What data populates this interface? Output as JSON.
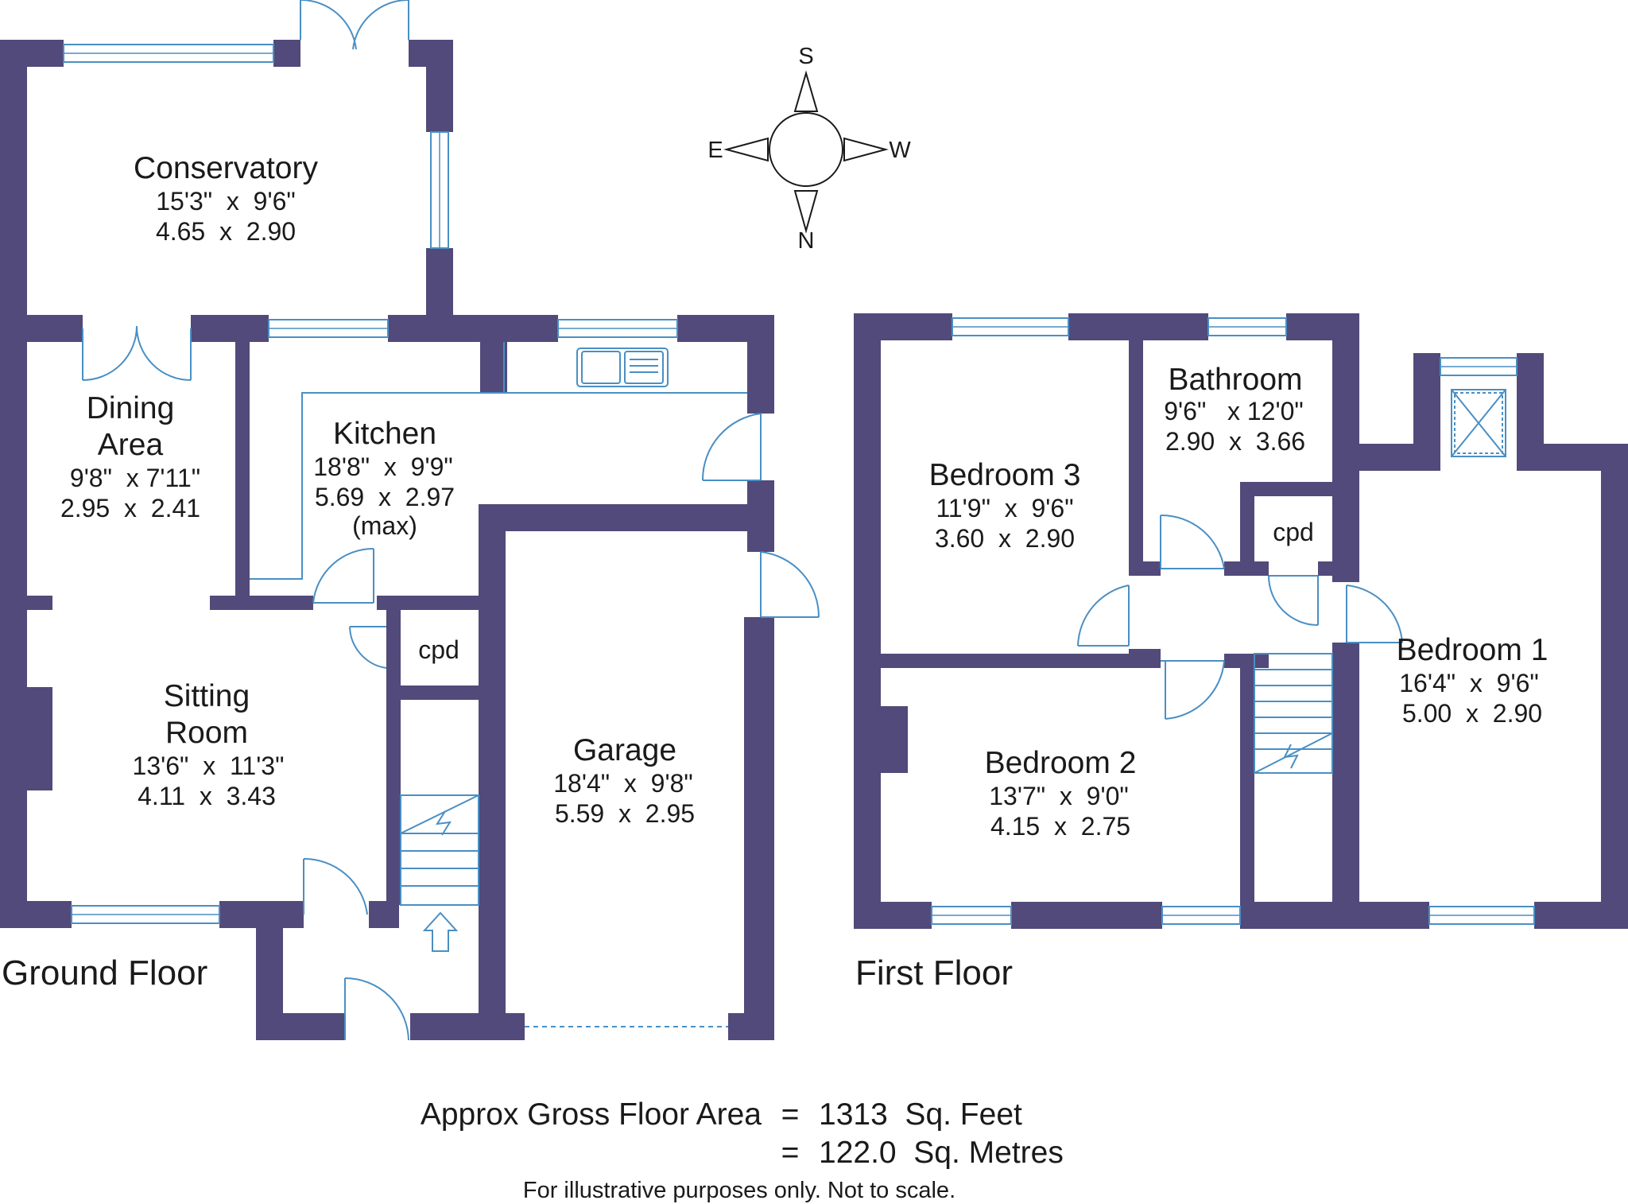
{
  "ground_floor": {
    "title": "Ground Floor",
    "rooms": [
      {
        "name": "Conservatory",
        "imperial": "15'3\"  x  9'6\"",
        "metric": "4.65  x  2.90"
      },
      {
        "name_line1": "Dining",
        "name_line2": "Area",
        "imperial": "9'8\"  x 7'11\"",
        "metric": "2.95  x  2.41"
      },
      {
        "name": "Kitchen",
        "imperial": "18'8\"  x  9'9\"",
        "metric": "5.69  x  2.97",
        "note": "(max)"
      },
      {
        "name_line1": "Sitting",
        "name_line2": "Room",
        "imperial": "13'6\"  x  11'3\"",
        "metric": "4.11  x  3.43"
      },
      {
        "name": "Garage",
        "imperial": "18'4\"  x  9'8\"",
        "metric": "5.59  x  2.95"
      }
    ],
    "cupboard_label": "cpd"
  },
  "first_floor": {
    "title": "First Floor",
    "rooms": [
      {
        "name": "Bedroom 3",
        "imperial": "11'9\"  x  9'6\"",
        "metric": "3.60  x  2.90"
      },
      {
        "name": "Bathroom",
        "imperial": "9'6\"   x 12'0\"",
        "metric": "2.90  x  3.66"
      },
      {
        "name": "Bedroom 2",
        "imperial": "13'7\"  x  9'0\"",
        "metric": "4.15  x  2.75"
      },
      {
        "name": "Bedroom 1",
        "imperial": "16'4\"  x  9'6\"",
        "metric": "5.00  x  2.90"
      }
    ],
    "cupboard_label": "cpd"
  },
  "compass": {
    "top": "S",
    "left": "E",
    "right": "W",
    "bottom": "N"
  },
  "area": {
    "label": "Approx Gross Floor Area",
    "eq1": "=",
    "value_feet": "1313  Sq. Feet",
    "eq2": "=",
    "value_metres": "122.0  Sq. Metres"
  },
  "disclaimer": "For illustrative purposes only. Not to scale.",
  "colors": {
    "wall": "#514a7a",
    "fixture": "#4a8fc4"
  }
}
